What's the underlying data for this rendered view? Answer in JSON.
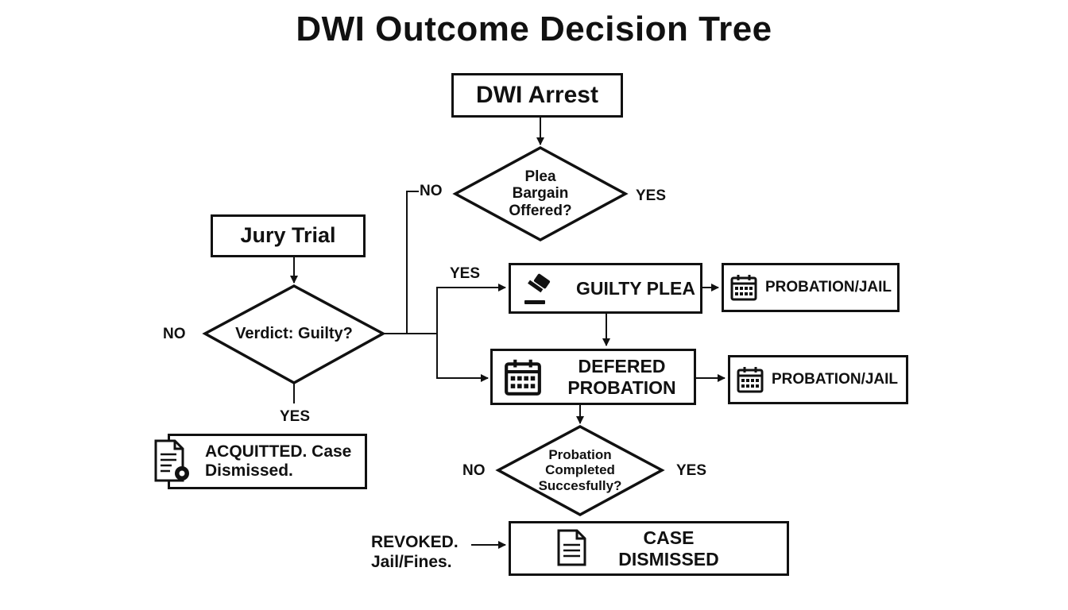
{
  "title": "DWI Outcome Decision Tree",
  "nodes": {
    "arrest": "DWI Arrest",
    "plea_offered": [
      "Plea",
      "Bargain",
      "Offered?"
    ],
    "jury_trial": "Jury Trial",
    "verdict": "Verdict: Guilty?",
    "guilty_plea": "GUILTY PLEA",
    "probation_jail_1": "PROBATION/JAIL",
    "deferred": [
      "DEFERED",
      "PROBATION"
    ],
    "probation_jail_2": "PROBATION/JAIL",
    "acquitted": [
      "ACQUITTED. Case",
      "Dismissed."
    ],
    "completed": [
      "Probation",
      "Completed",
      "Succesfully?"
    ],
    "case_dismissed": [
      "CASE",
      "DISMISSED"
    ],
    "revoked": [
      "REVOKED.",
      "Jail/Fines."
    ]
  },
  "edge_labels": {
    "plea_no": "NO",
    "plea_yes": "YES",
    "verdict_no": "NO",
    "verdict_yes": "YES",
    "to_guilty_yes": "YES",
    "completed_no": "NO",
    "completed_yes": "YES"
  },
  "icons": {
    "guilty_plea": "gavel-icon",
    "probation_jail_1": "calendar-icon",
    "deferred": "calendar-icon",
    "probation_jail_2": "calendar-icon",
    "acquitted": "document-gear-icon",
    "case_dismissed": "document-icon"
  },
  "colors": {
    "stroke": "#111111",
    "background": "#ffffff"
  }
}
